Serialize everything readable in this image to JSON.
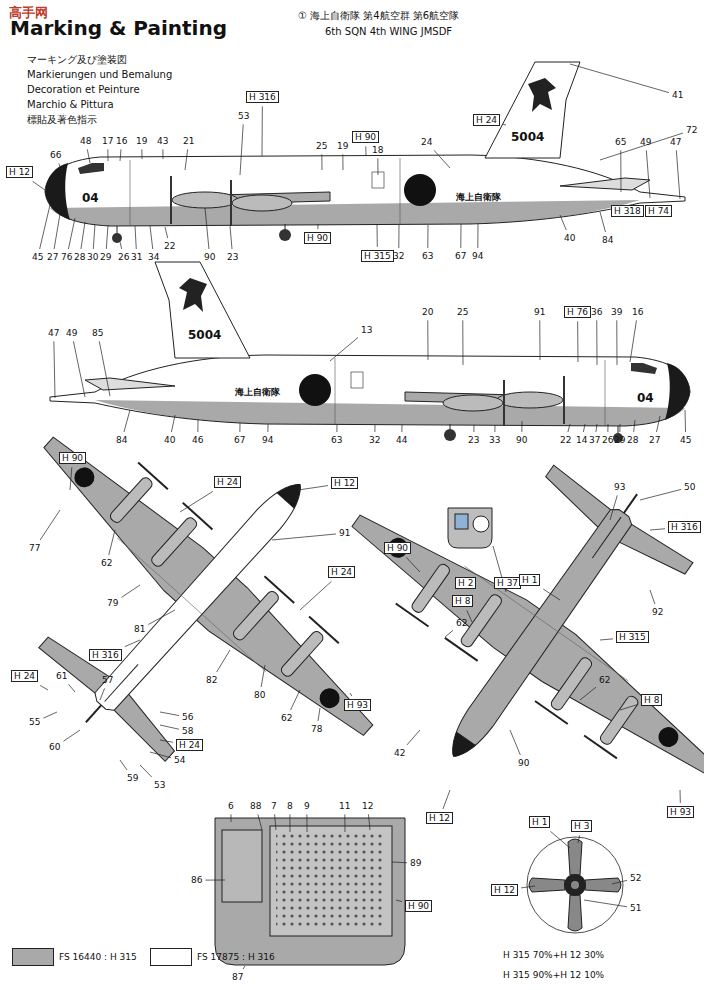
{
  "diagram": {
    "title": "Marking & Painting",
    "labels": [
      "高手网",
      "マーキング及び塗装図",
      "Markierungen und Bemalung",
      "Decoration et Peinture",
      "Marchio & Pittura",
      "標貼及著色指示",
      "① 海上自衛隊 第4航空群 第6航空隊",
      "6th SQN 4th WING JMSDF",
      "41",
      "72",
      "H 316",
      "53",
      "H 24",
      "H 90",
      "48",
      "17",
      "16",
      "19",
      "43",
      "21",
      "25",
      "19",
      "18",
      "24",
      "65",
      "49",
      "47",
      "66",
      "H 12",
      "04",
      "5004",
      "海上自衛隊",
      "H 318",
      "H 74",
      "40",
      "84",
      "H 90",
      "H 315",
      "32",
      "63",
      "67",
      "94",
      "45",
      "27",
      "76",
      "28",
      "30",
      "29",
      "26",
      "31",
      "34",
      "22",
      "90",
      "23",
      "47",
      "49",
      "85",
      "5004",
      "13",
      "20",
      "25",
      "91",
      "H 76",
      "36",
      "39",
      "16",
      "海上自衛隊",
      "04",
      "84",
      "40",
      "46",
      "67",
      "94",
      "63",
      "32",
      "44",
      "23",
      "33",
      "90",
      "22",
      "14",
      "37",
      "26",
      "29",
      "28",
      "27",
      "45",
      "H 90",
      "H 24",
      "H 12",
      "91",
      "77",
      "62",
      "79",
      "81",
      "H 24",
      "82",
      "80",
      "H 93",
      "62",
      "78",
      "H 316",
      "H 24",
      "61",
      "57",
      "55",
      "60",
      "56",
      "58",
      "H 24",
      "54",
      "59",
      "53",
      "50",
      "93",
      "H 316",
      "H 2",
      "H 37",
      "H 90",
      "H 1",
      "H 8",
      "62",
      "H 315",
      "92",
      "62",
      "H 8",
      "42",
      "90",
      "H 12",
      "H 93",
      "6",
      "88",
      "7",
      "8",
      "9",
      "11",
      "12",
      "86",
      "89",
      "H 90",
      "87",
      "H 1",
      "H 3",
      "52",
      "H 12",
      "51",
      "H 315 70%+H 12 30%",
      "H 315 90%+H 12 10%"
    ],
    "legend": [
      {
        "text": "FS 16440 : H 315",
        "color": "#a9a9a9"
      },
      {
        "text": "FS 17875 : H 316",
        "color": "#ffffff"
      }
    ]
  }
}
